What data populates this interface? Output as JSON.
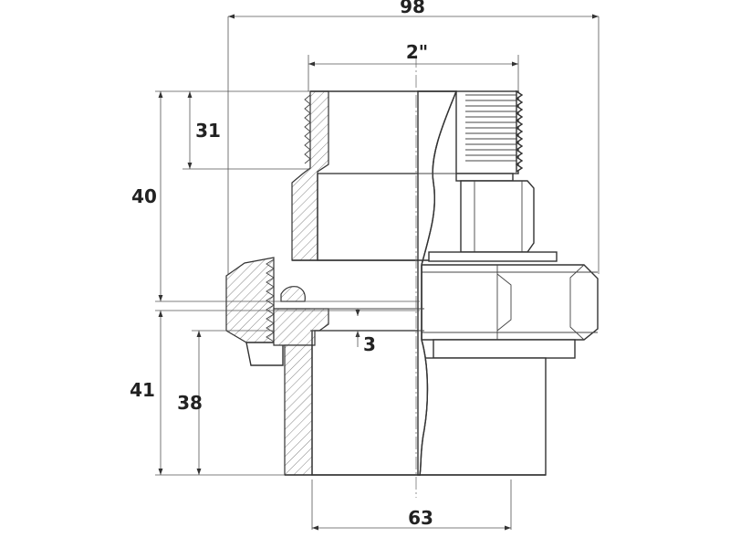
{
  "dimensions": {
    "overall_width": "98",
    "thread_size": "2\"",
    "upper_height": "40",
    "thread_length": "31",
    "lower_height": "41",
    "socket_depth": "38",
    "gap": "3",
    "socket_diameter": "63"
  }
}
